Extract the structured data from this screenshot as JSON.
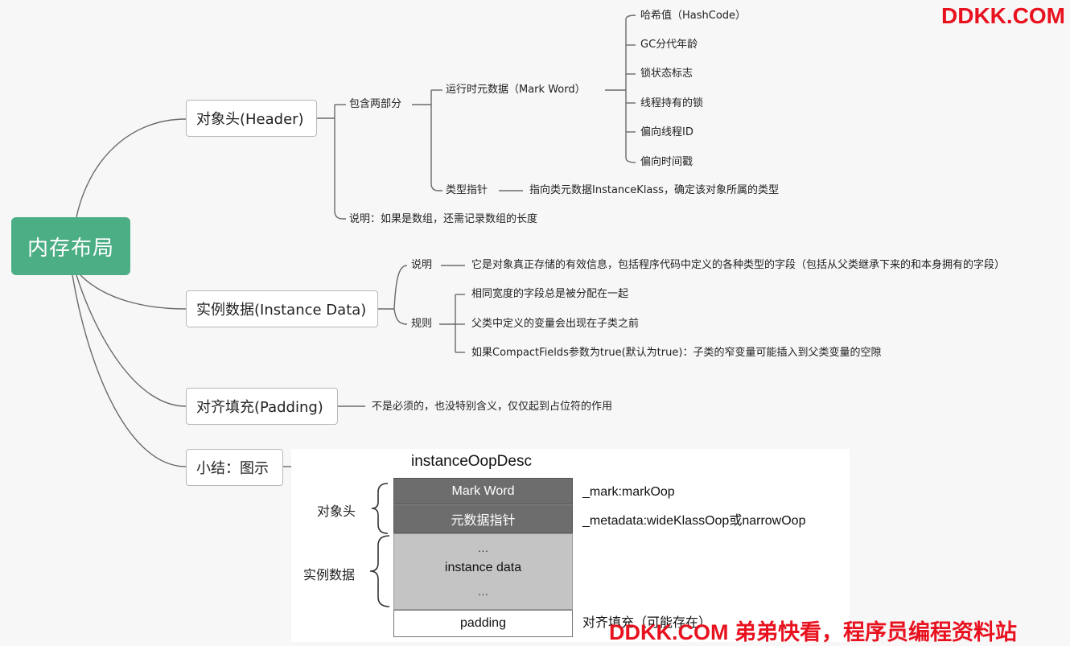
{
  "watermark": {
    "top": "DDKK.COM",
    "bottom": "DDKK.COM 弟弟快看，程序员编程资料站"
  },
  "root": {
    "label": "内存布局"
  },
  "header": {
    "label": "对象头(Header)",
    "two_parts": "包含两部分",
    "mark_word": {
      "label": "运行时元数据（Mark Word）",
      "items": [
        "哈希值（HashCode）",
        "GC分代年龄",
        "锁状态标志",
        "线程持有的锁",
        "偏向线程ID",
        "偏向时间戳"
      ]
    },
    "type_pointer": {
      "label": "类型指针",
      "desc": "指向类元数据InstanceKlass，确定该对象所属的类型"
    },
    "note": "说明：如果是数组，还需记录数组的长度"
  },
  "instance_data": {
    "label": "实例数据(Instance Data)",
    "note_label": "说明",
    "note_text": "它是对象真正存储的有效信息，包括程序代码中定义的各种类型的字段（包括从父类继承下来的和本身拥有的字段）",
    "rules_label": "规则",
    "rules": [
      "相同宽度的字段总是被分配在一起",
      "父类中定义的变量会出现在子类之前",
      "如果CompactFields参数为true(默认为true)：子类的窄变量可能插入到父类变量的空隙"
    ]
  },
  "padding": {
    "label": "对齐填充(Padding)",
    "desc": "不是必须的，也没特别含义，仅仅起到占位符的作用"
  },
  "summary": {
    "label": "小结：图示"
  },
  "oop": {
    "title": "instanceOopDesc",
    "cells": {
      "mark_word": "Mark Word",
      "metadata": "元数据指针",
      "dots_top": "…",
      "instance": "instance data",
      "dots_bottom": "…",
      "padding": "padding"
    },
    "side_labels": {
      "header": "对象头",
      "instance": "实例数据"
    },
    "fields": {
      "mark": "_mark:markOop",
      "metadata": "_metadata:wideKlassOop或narrowOop",
      "padding": "对齐填充（可能存在）"
    }
  },
  "colors": {
    "root": "#4cae84",
    "watermark": "#e8121f",
    "dark_cell": "#6d6d6d",
    "light_cell": "#c4c4c4",
    "line": "#6a6a6a"
  }
}
